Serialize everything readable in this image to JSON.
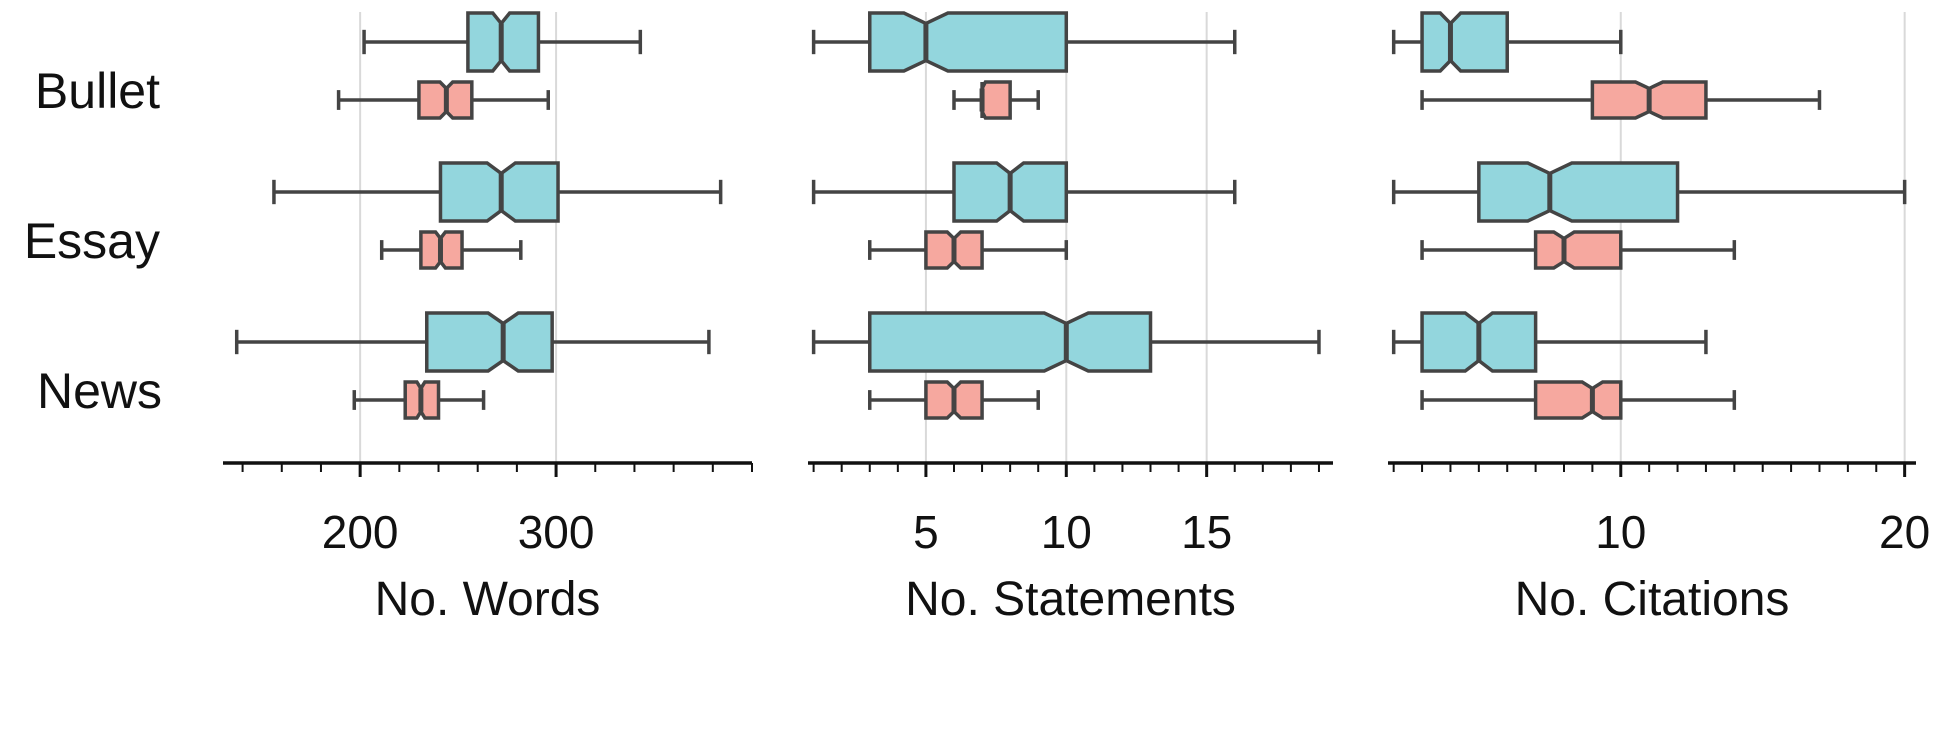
{
  "colors": {
    "series_a": "#93d6dd",
    "series_b": "#f6a89f",
    "edge": "#444444",
    "grid": "#d9d9d9",
    "axis": "#111111"
  },
  "chart_data": {
    "type": "boxplot",
    "orientation": "horizontal",
    "notched": true,
    "categories": [
      "Bullet",
      "Essay",
      "News"
    ],
    "panels": [
      {
        "xlabel": "No. Words",
        "xlim": [
          130,
          400
        ],
        "ticks": [
          200,
          300
        ],
        "grid": [
          200,
          300
        ],
        "boxes": {
          "Bullet": [
            {
              "series": "a",
              "whislo": 202,
              "q1": 255,
              "med": 272,
              "q3": 291,
              "whishi": 343
            },
            {
              "series": "b",
              "whislo": 189,
              "q1": 230,
              "med": 244,
              "q3": 257,
              "whishi": 296
            }
          ],
          "Essay": [
            {
              "series": "a",
              "whislo": 156,
              "q1": 241,
              "med": 272,
              "q3": 301,
              "whishi": 384
            },
            {
              "series": "b",
              "whislo": 211,
              "q1": 231,
              "med": 241,
              "q3": 252,
              "whishi": 282
            }
          ],
          "News": [
            {
              "series": "a",
              "whislo": 137,
              "q1": 234,
              "med": 273,
              "q3": 298,
              "whishi": 378
            },
            {
              "series": "b",
              "whislo": 197,
              "q1": 223,
              "med": 231,
              "q3": 240,
              "whishi": 263
            }
          ]
        }
      },
      {
        "xlabel": "No. Statements",
        "xlim": [
          0.8,
          19.5
        ],
        "ticks": [
          5,
          10,
          15
        ],
        "grid": [
          5,
          10,
          15
        ],
        "boxes": {
          "Bullet": [
            {
              "series": "a",
              "whislo": 1,
              "q1": 3,
              "med": 5,
              "q3": 10,
              "whishi": 16
            },
            {
              "series": "b",
              "whislo": 6,
              "q1": 7,
              "med": 7,
              "q3": 8,
              "whishi": 9
            }
          ],
          "Essay": [
            {
              "series": "a",
              "whislo": 1,
              "q1": 6,
              "med": 8,
              "q3": 10,
              "whishi": 16
            },
            {
              "series": "b",
              "whislo": 3,
              "q1": 5,
              "med": 6,
              "q3": 7,
              "whishi": 10
            }
          ],
          "News": [
            {
              "series": "a",
              "whislo": 1,
              "q1": 3,
              "med": 10,
              "q3": 13,
              "whishi": 19
            },
            {
              "series": "b",
              "whislo": 3,
              "q1": 5,
              "med": 6,
              "q3": 7,
              "whishi": 9
            }
          ]
        }
      },
      {
        "xlabel": "No. Citations",
        "xlim": [
          1.8,
          20.4
        ],
        "ticks": [
          10,
          20
        ],
        "grid": [
          10,
          20
        ],
        "boxes": {
          "Bullet": [
            {
              "series": "a",
              "whislo": 2,
              "q1": 3,
              "med": 4,
              "q3": 6,
              "whishi": 10
            },
            {
              "series": "b",
              "whislo": 3,
              "q1": 9,
              "med": 11,
              "q3": 13,
              "whishi": 17
            }
          ],
          "Essay": [
            {
              "series": "a",
              "whislo": 2,
              "q1": 5,
              "med": 7.5,
              "q3": 12,
              "whishi": 20
            },
            {
              "series": "b",
              "whislo": 3,
              "q1": 7,
              "med": 8,
              "q3": 10,
              "whishi": 14
            }
          ],
          "News": [
            {
              "series": "a",
              "whislo": 2,
              "q1": 3,
              "med": 5,
              "q3": 7,
              "whishi": 13
            },
            {
              "series": "b",
              "whislo": 3,
              "q1": 7,
              "med": 9,
              "q3": 10,
              "whishi": 14
            }
          ]
        }
      }
    ]
  }
}
